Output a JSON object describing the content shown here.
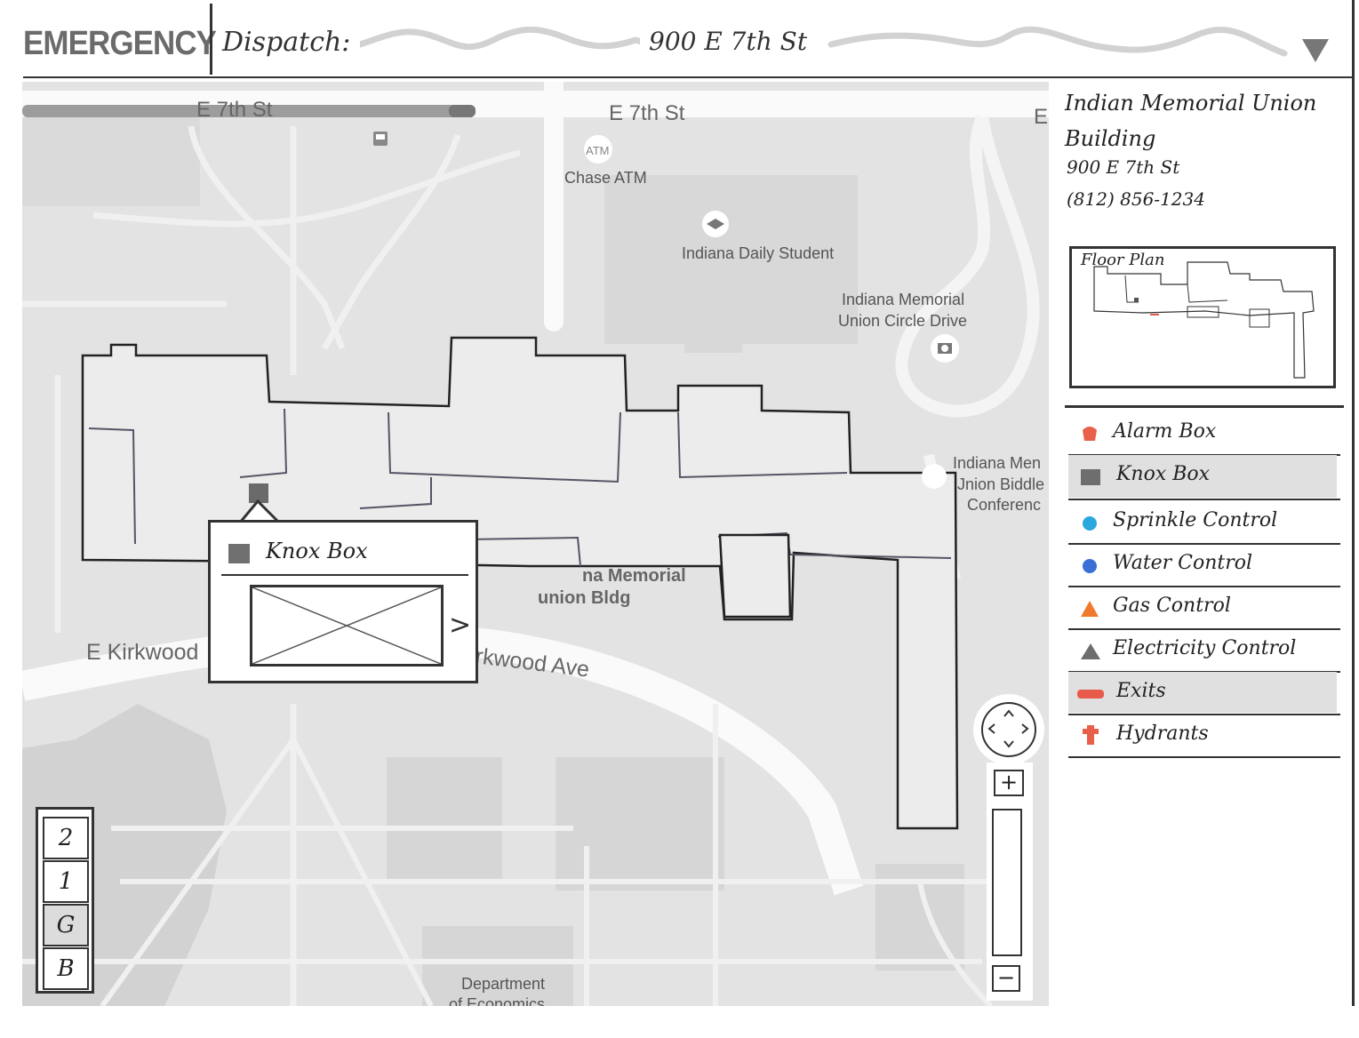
{
  "header": {
    "brand": "EMERGENCY",
    "dispatch_label": "Dispatch:",
    "dispatch_value": "900 E 7th St"
  },
  "building": {
    "name": "Indian Memorial Union Building",
    "address": "900 E 7th St",
    "phone": "(812) 856-1234",
    "floor_plan_label": "Floor Plan"
  },
  "map": {
    "streets": {
      "e7th_left": "E 7th St",
      "e7th_center": "E 7th St",
      "e7th_right": "E",
      "kirkwood_left": "E Kirkwood",
      "kirkwood_right": "rkwood Ave"
    },
    "pois": {
      "atm_badge": "ATM",
      "chase_atm": "Chase ATM",
      "daily_student": "Indiana Daily Student",
      "circle_drive_1": "Indiana Memorial",
      "circle_drive_2": "Union Circle Drive",
      "biddle_1": "Indiana Men",
      "biddle_2": "Jnion Biddle",
      "biddle_3": "Conferenc",
      "union_bldg_1": "na Memorial",
      "union_bldg_2": "union Bldg",
      "econ_1": "Department",
      "econ_2": "of Economics"
    }
  },
  "popup": {
    "title": "Knox Box",
    "next_label": ">"
  },
  "floors": [
    {
      "label": "2",
      "active": false
    },
    {
      "label": "1",
      "active": false
    },
    {
      "label": "G",
      "active": true
    },
    {
      "label": "B",
      "active": false
    }
  ],
  "zoom": {
    "in_label": "+",
    "out_label": "−"
  },
  "legend": [
    {
      "label": "Alarm Box",
      "icon": "alarm-box-icon",
      "color": "#e8604a",
      "selected": false
    },
    {
      "label": "Knox Box",
      "icon": "knox-box-icon",
      "color": "#6e6e6e",
      "selected": true
    },
    {
      "label": "Sprinkle Control",
      "icon": "sprinkle-control-icon",
      "color": "#29a8e0",
      "selected": false
    },
    {
      "label": "Water Control",
      "icon": "water-control-icon",
      "color": "#3a6fd8",
      "selected": false
    },
    {
      "label": "Gas Control",
      "icon": "gas-control-icon",
      "color": "#ef7a2c",
      "selected": false
    },
    {
      "label": "Electricity Control",
      "icon": "electricity-control-icon",
      "color": "#6e6e6e",
      "selected": false
    },
    {
      "label": "Exits",
      "icon": "exits-icon",
      "color": "#e85a4a",
      "selected": true
    },
    {
      "label": "Hydrants",
      "icon": "hydrants-icon",
      "color": "#e8604a",
      "selected": false
    }
  ]
}
